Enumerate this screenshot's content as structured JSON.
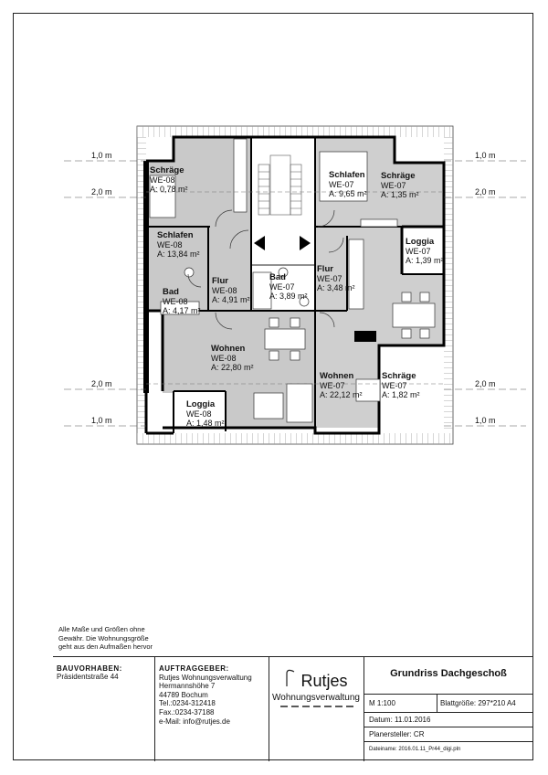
{
  "height_markers": {
    "left": [
      {
        "label": "1,0 m"
      },
      {
        "label": "2,0 m"
      },
      {
        "label": "2,0 m"
      },
      {
        "label": "1,0 m"
      }
    ],
    "right": [
      {
        "label": "1,0 m"
      },
      {
        "label": "2,0 m"
      },
      {
        "label": "2,0 m"
      },
      {
        "label": "1,0 m"
      }
    ]
  },
  "rooms": [
    {
      "name": "Schräge",
      "unit": "WE-08",
      "area": "A: 0,78 m²"
    },
    {
      "name": "Schlafen",
      "unit": "WE-08",
      "area": "A: 13,84 m²"
    },
    {
      "name": "Bad",
      "unit": "WE-08",
      "area": "A: 4,17 m²"
    },
    {
      "name": "Flur",
      "unit": "WE-08",
      "area": "A: 4,91 m²"
    },
    {
      "name": "Wohnen",
      "unit": "WE-08",
      "area": "A: 22,80 m²"
    },
    {
      "name": "Loggia",
      "unit": "WE-08",
      "area": "A: 1,48 m²"
    },
    {
      "name": "Schlafen",
      "unit": "WE-07",
      "area": "A: 9,65 m²"
    },
    {
      "name": "Schräge",
      "unit": "WE-07",
      "area": "A: 1,35 m²"
    },
    {
      "name": "Loggia",
      "unit": "WE-07",
      "area": "A: 1,39 m²"
    },
    {
      "name": "Bad",
      "unit": "WE-07",
      "area": "A: 3,89 m²"
    },
    {
      "name": "Flur",
      "unit": "WE-07",
      "area": "A: 3,48 m²"
    },
    {
      "name": "Wohnen",
      "unit": "WE-07",
      "area": "A: 22,12 m²"
    },
    {
      "name": "Schräge",
      "unit": "WE-07",
      "area": "A: 1,82 m²"
    }
  ],
  "disclaimer": {
    "line1": "Alle Maße und Größen ohne",
    "line2": "Gewähr. Die Wohnungsgröße",
    "line3": "geht aus den Aufmaßen hervor"
  },
  "title_block": {
    "project_label": "BAUVORHABEN:",
    "project_value": "Präsidentstraße 44",
    "client_label": "AUFTRAGGEBER:",
    "client_lines": [
      "Rutjes Wohnungsverwaltung",
      "Hermannshöhe 7",
      "44789 Bochum",
      "Tel.:0234-312418",
      "Fax.:0234-37188",
      "e-Mail: info@rutjes.de"
    ],
    "logo_name": "Rutjes",
    "logo_sub": "Wohnungsverwaltung",
    "drawing_title": "Grundriss Dachgeschoß",
    "scale": "M 1:100",
    "sheet_size": "Blattgröße: 297*210 A4",
    "date": "Datum: 11.01.2016",
    "planner": "Planersteller: CR",
    "filename": "Dateiname: 2016.01.11_Pr44_digi.pln"
  }
}
